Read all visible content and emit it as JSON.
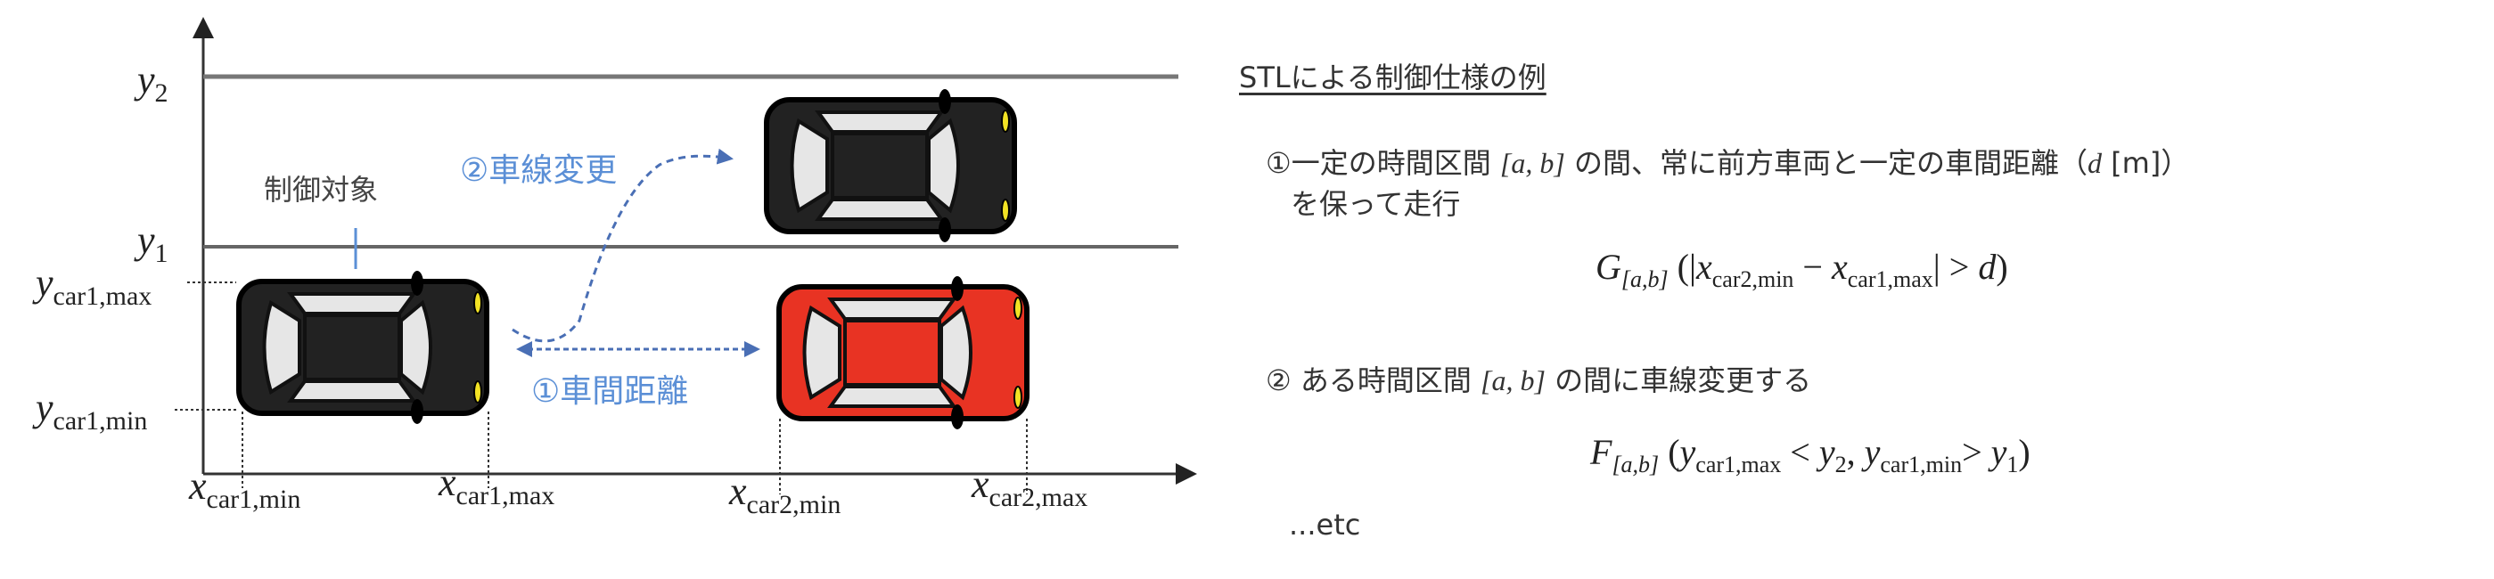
{
  "diagram": {
    "y_labels": {
      "y2": "y",
      "y2_sub": "2",
      "y1": "y",
      "y1_sub": "1",
      "ymax": "y",
      "ymax_sub": "car1,max",
      "ymin": "y",
      "ymin_sub": "car1,min"
    },
    "x_labels": [
      {
        "base": "x",
        "sub": "car1,min"
      },
      {
        "base": "x",
        "sub": "car1,max"
      },
      {
        "base": "x",
        "sub": "car2,min"
      },
      {
        "base": "x",
        "sub": "car2,max"
      }
    ],
    "controlled_label": "制御対象",
    "lane_change_label": "②車線変更",
    "distance_label": "①車間距離",
    "colors": {
      "ego_car": "#222222",
      "other_car": "#222222",
      "front_car": "#e83323",
      "annotation": "#5b8fd6",
      "headlight": "#f2e224"
    }
  },
  "spec": {
    "title": "STLによる制御仕様の例",
    "item1_line1_pre": "①一定の時間区間",
    "item1_interval": "[a, b]",
    "item1_line1_post": "の間、常に前方車両と一定の車間距離（",
    "item1_d": "d",
    "item1_unit": "[m]）",
    "item1_line2": "を保って走行",
    "formula1": {
      "op": "G",
      "interval": "[a,b]",
      "open": "(|",
      "x1": "x",
      "x1_sub": "car2,min",
      "minus": " − ",
      "x2": "x",
      "x2_sub": "car1,max",
      "close": "| > ",
      "d": "d",
      "end": ")"
    },
    "item2_pre": "② ある時間区間",
    "item2_interval": "[a, b]",
    "item2_post": "の間に車線変更する",
    "formula2": {
      "op": "F",
      "interval": "[a,b]",
      "open": "(",
      "y1": "y",
      "y1_sub": "car1,max",
      "lt": " < ",
      "y2": "y",
      "y2_sub": "2",
      "comma": ", ",
      "y3": "y",
      "y3_sub": "car1,min",
      "gt": "> ",
      "y4": "y",
      "y4_sub": "1",
      "end": ")"
    },
    "etc": "...etc"
  }
}
